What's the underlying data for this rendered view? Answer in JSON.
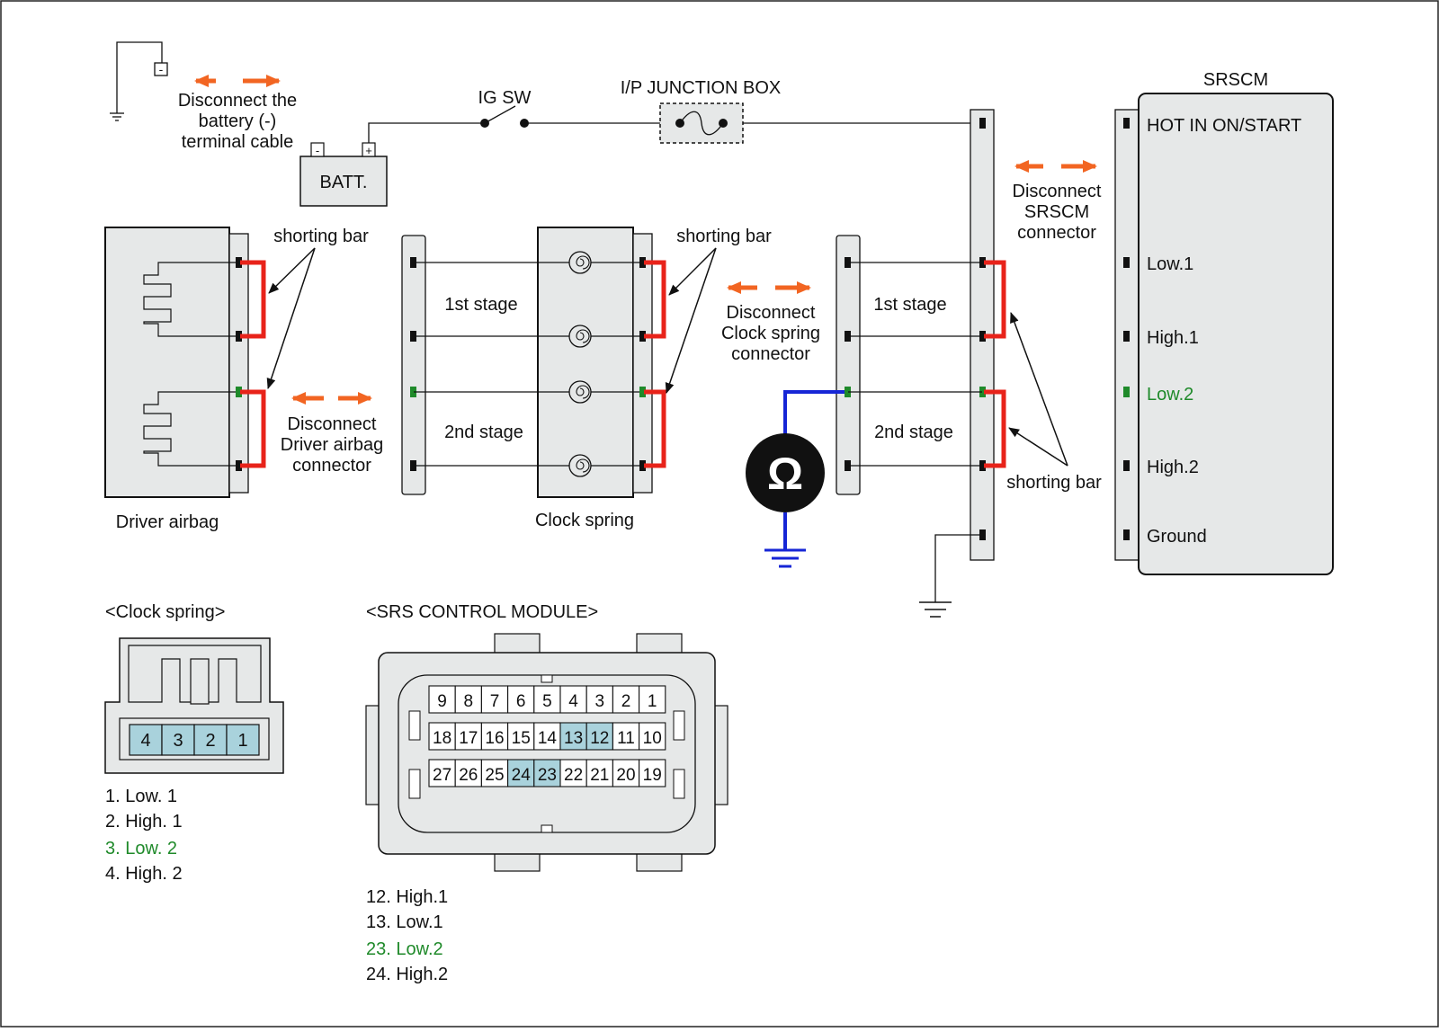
{
  "colors": {
    "shorting_bar": "#e8231a",
    "arrow": "#f26522",
    "meter_lead": "#1626d6",
    "green_pin": "#1f8a2a",
    "connector_fill": "#e6e8e8",
    "pin_highlight": "#a9d2dc"
  },
  "top": {
    "disconnect_battery": [
      "Disconnect the",
      "battery (-)",
      "terminal cable"
    ],
    "batt": "BATT.",
    "batt_minus": "-",
    "batt_plus": "+",
    "ground_minus": "-",
    "ig_sw": "IG SW",
    "ip_junction_box": "I/P JUNCTION BOX",
    "srscm_title": "SRSCM",
    "disconnect_srscm": [
      "Disconnect",
      "SRSCM",
      "connector"
    ]
  },
  "srscm_pins": [
    "HOT IN ON/START",
    "Low.1",
    "High.1",
    "Low.2",
    "High.2",
    "Ground"
  ],
  "middle": {
    "shorting_bar_left": "shorting bar",
    "shorting_bar_mid": "shorting bar",
    "shorting_bar_right": "shorting bar",
    "stage1_left": "1st stage",
    "stage2_left": "2nd stage",
    "stage1_right": "1st stage",
    "stage2_right": "2nd stage",
    "disconnect_driver": [
      "Disconnect",
      "Driver airbag",
      "connector"
    ],
    "disconnect_clock": [
      "Disconnect",
      "Clock spring",
      "connector"
    ],
    "driver_airbag": "Driver airbag",
    "clock_spring": "Clock spring",
    "ohm_symbol": "Ω"
  },
  "clock_connector": {
    "title": "<Clock spring>",
    "pins": [
      "4",
      "3",
      "2",
      "1"
    ],
    "legend": [
      "1. Low. 1",
      "2. High. 1",
      "3. Low. 2",
      "4. High. 2"
    ]
  },
  "srs_module": {
    "title": "<SRS CONTROL MODULE>",
    "row1": [
      "9",
      "8",
      "7",
      "6",
      "5",
      "4",
      "3",
      "2",
      "1"
    ],
    "row2": [
      "18",
      "17",
      "16",
      "15",
      "14",
      "13",
      "12",
      "11",
      "10"
    ],
    "row3": [
      "27",
      "26",
      "25",
      "24",
      "23",
      "22",
      "21",
      "20",
      "19"
    ],
    "highlighted": [
      "13",
      "12",
      "24",
      "23"
    ],
    "legend": [
      "12. High.1",
      "13. Low.1",
      "23. Low.2",
      "24. High.2"
    ]
  }
}
